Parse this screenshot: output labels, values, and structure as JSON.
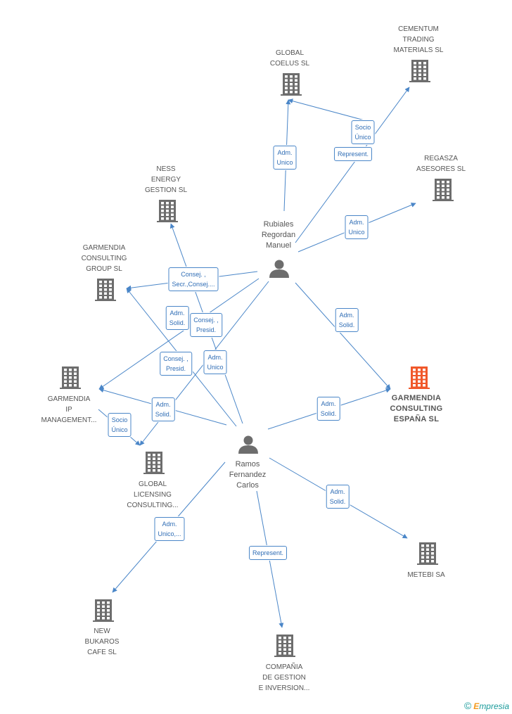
{
  "companies": [
    {
      "id": "cementum",
      "label": "CEMENTUM\nTRADING\nMATERIALS SL",
      "color": "#6d6d6d",
      "focus": false
    },
    {
      "id": "global-coelus",
      "label": "GLOBAL\nCOELUS SL",
      "color": "#6d6d6d",
      "focus": false
    },
    {
      "id": "regasza",
      "label": "REGASZA\nASESORES SL",
      "color": "#6d6d6d",
      "focus": false
    },
    {
      "id": "ness",
      "label": "NESS\nENERGY\nGESTION  SL",
      "color": "#6d6d6d",
      "focus": false
    },
    {
      "id": "garmendia-group",
      "label": "GARMENDIA\nCONSULTING\nGROUP SL",
      "color": "#6d6d6d",
      "focus": false
    },
    {
      "id": "garmendia-ip",
      "label": "GARMENDIA\nIP\nMANAGEMENT...",
      "color": "#6d6d6d",
      "focus": false
    },
    {
      "id": "garmendia-espana",
      "label": "GARMENDIA\nCONSULTING\nESPAÑA  SL",
      "color": "#f0582a",
      "focus": true
    },
    {
      "id": "global-licensing",
      "label": "GLOBAL\nLICENSING\nCONSULTING...",
      "color": "#6d6d6d",
      "focus": false
    },
    {
      "id": "metebi",
      "label": "METEBI SA",
      "color": "#6d6d6d",
      "focus": false
    },
    {
      "id": "new-bukaros",
      "label": "NEW\nBUKAROS\nCAFE SL",
      "color": "#6d6d6d",
      "focus": false
    },
    {
      "id": "compania",
      "label": "COMPAÑIA\nDE GESTION\nE INVERSION...",
      "color": "#6d6d6d",
      "focus": false
    }
  ],
  "persons": [
    {
      "id": "rubiales",
      "label": "Rubiales\nRegordan\nManuel"
    },
    {
      "id": "ramos",
      "label": "Ramos\nFernandez\nCarlos"
    }
  ],
  "edges": [
    {
      "from": "rubiales",
      "to": "global-coelus",
      "label": "Adm.\nUnico"
    },
    {
      "from": "rubiales",
      "to": "cementum",
      "label": "Represent."
    },
    {
      "from": "socio-hub",
      "to": "global-coelus",
      "label": "Socio\nÚnico"
    },
    {
      "from": "rubiales",
      "to": "regasza",
      "label": "Adm.\nUnico"
    },
    {
      "from": "rubiales",
      "to": "garmendia-group",
      "label": "Consej. ,\nSecr.,Consej...."
    },
    {
      "from": "rubiales",
      "to": "garmendia-ip",
      "label": "Adm.\nSolid."
    },
    {
      "from": "rubiales",
      "to": "global-licensing",
      "label": "Adm.\nUnico"
    },
    {
      "from": "rubiales",
      "to": "garmendia-espana",
      "label": "Adm.\nSolid."
    },
    {
      "from": "ramos",
      "to": "ness",
      "label": "Consej. ,\nPresid."
    },
    {
      "from": "ramos",
      "to": "garmendia-group",
      "label": "Consej. ,\nPresid."
    },
    {
      "from": "ramos",
      "to": "garmendia-ip",
      "label": "Adm.\nSolid."
    },
    {
      "from": "garmendia-ip",
      "to": "global-licensing",
      "label": "Socio\nÚnico"
    },
    {
      "from": "ramos",
      "to": "garmendia-espana",
      "label": "Adm.\nSolid."
    },
    {
      "from": "ramos",
      "to": "metebi",
      "label": "Adm.\nSolid."
    },
    {
      "from": "ramos",
      "to": "new-bukaros",
      "label": "Adm.\nUnico,..."
    },
    {
      "from": "ramos",
      "to": "compania",
      "label": "Represent."
    }
  ],
  "watermark": {
    "copyright": "©",
    "brand_first": "E",
    "brand_rest": "mpresia"
  },
  "colors": {
    "edge": "#4a86c8",
    "icon": "#6d6d6d",
    "focus": "#f0582a"
  }
}
